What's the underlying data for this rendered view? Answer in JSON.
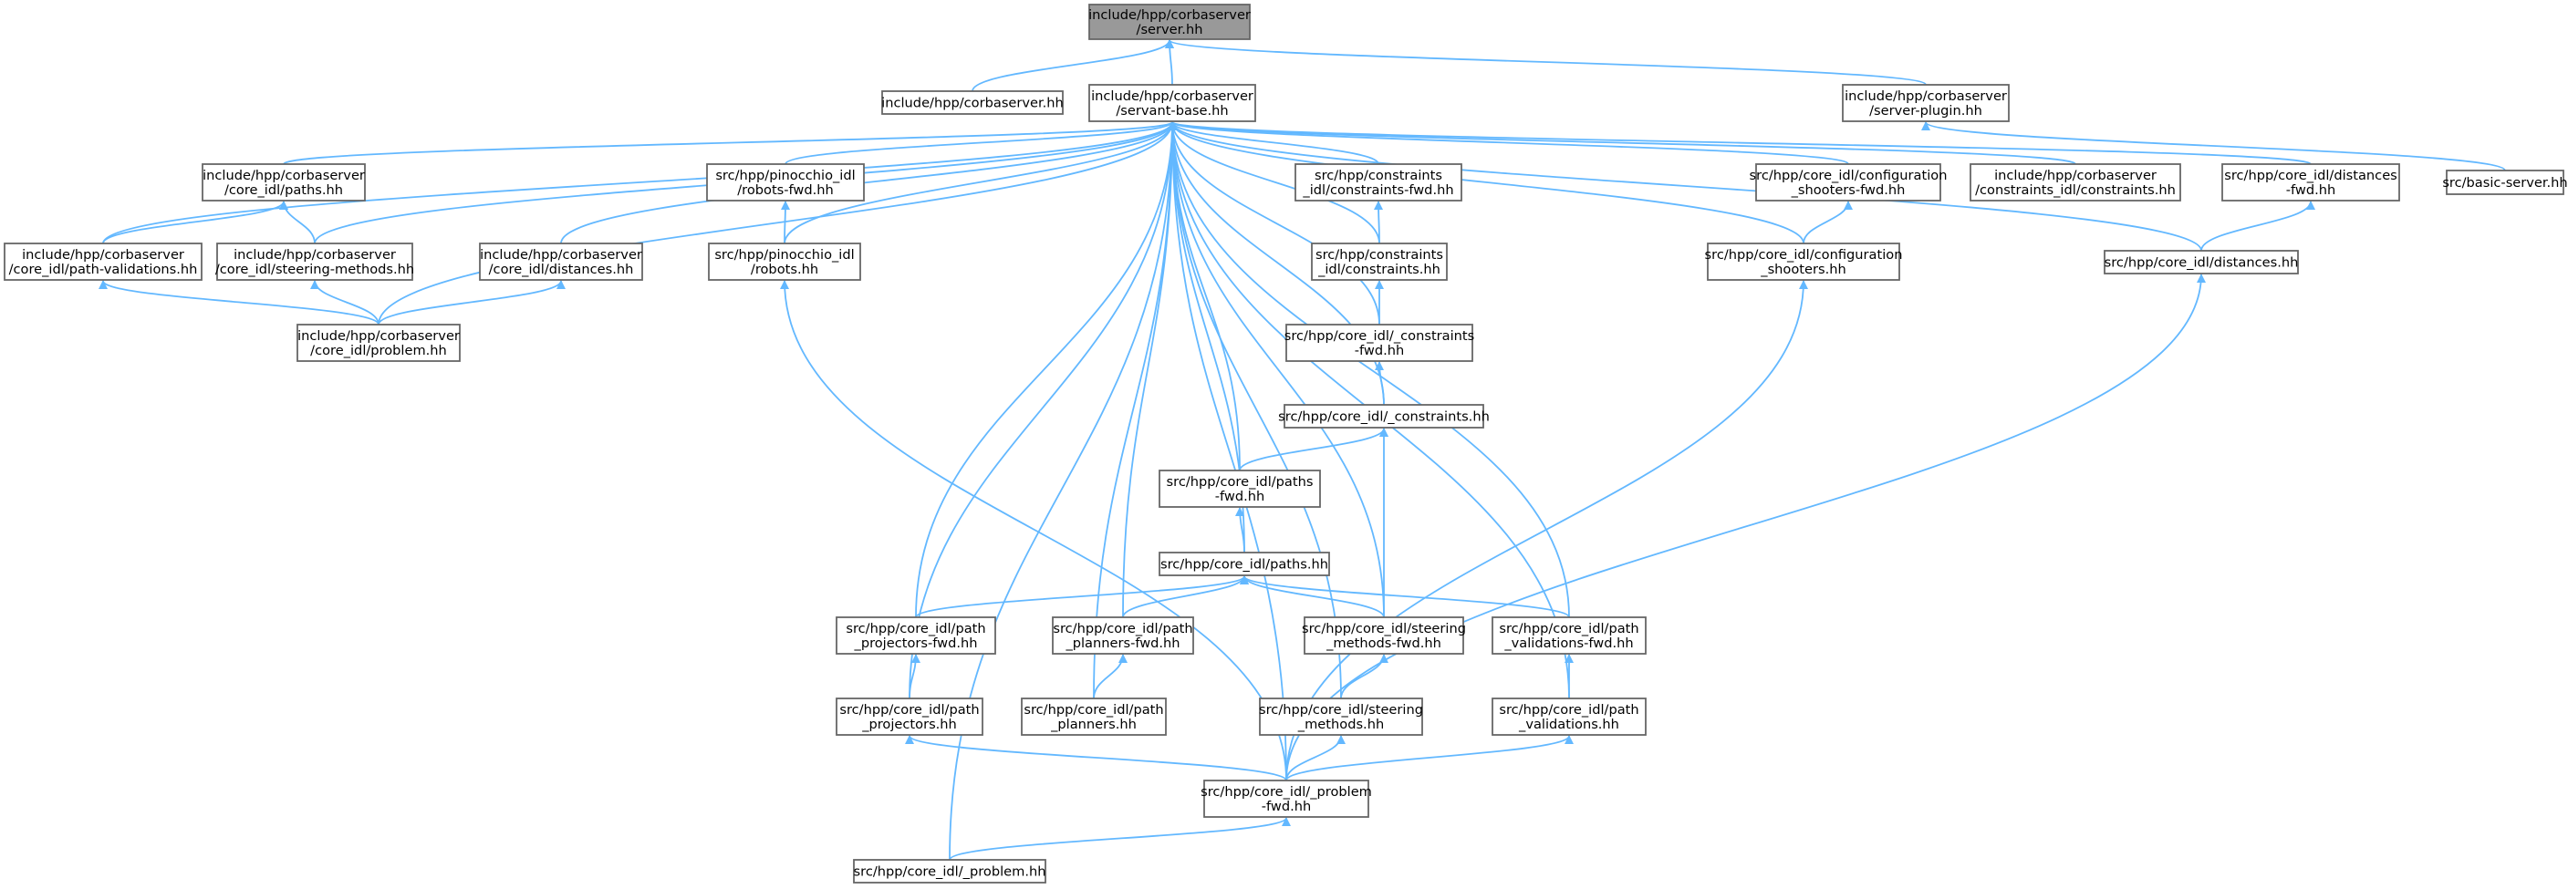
{
  "graph": {
    "edge_color": "#63b8ff",
    "root_fill": "#999999",
    "node_border": "#666666",
    "nodes": [
      {
        "id": "server",
        "lines": [
          "include/hpp/corbaserver",
          "/server.hh"
        ],
        "root": true
      },
      {
        "id": "corbaserver",
        "lines": [
          "include/hpp/corbaserver.hh"
        ]
      },
      {
        "id": "servant_base",
        "lines": [
          "include/hpp/corbaserver",
          "/servant-base.hh"
        ]
      },
      {
        "id": "server_plugin",
        "lines": [
          "include/hpp/corbaserver",
          "/server-plugin.hh"
        ]
      },
      {
        "id": "basic_server",
        "lines": [
          "src/basic-server.hh"
        ]
      },
      {
        "id": "paths_inc",
        "lines": [
          "include/hpp/corbaserver",
          "/core_idl/paths.hh"
        ]
      },
      {
        "id": "pinocchio_robots_fwd",
        "lines": [
          "src/hpp/pinocchio_idl",
          "/robots-fwd.hh"
        ]
      },
      {
        "id": "constraints_constraints_fwd",
        "lines": [
          "src/hpp/constraints",
          "_idl/constraints-fwd.hh"
        ]
      },
      {
        "id": "configuration_shooters_fwd",
        "lines": [
          "src/hpp/core_idl/configuration",
          "_shooters-fwd.hh"
        ]
      },
      {
        "id": "constraints_idl_constraints_inc",
        "lines": [
          "include/hpp/corbaserver",
          "/constraints_idl/constraints.hh"
        ]
      },
      {
        "id": "distances_fwd",
        "lines": [
          "src/hpp/core_idl/distances",
          "-fwd.hh"
        ]
      },
      {
        "id": "path_validations_inc",
        "lines": [
          "include/hpp/corbaserver",
          "/core_idl/path-validations.hh"
        ]
      },
      {
        "id": "steering_methods_inc",
        "lines": [
          "include/hpp/corbaserver",
          "/core_idl/steering-methods.hh"
        ]
      },
      {
        "id": "distances_inc",
        "lines": [
          "include/hpp/corbaserver",
          "/core_idl/distances.hh"
        ]
      },
      {
        "id": "pinocchio_robots",
        "lines": [
          "src/hpp/pinocchio_idl",
          "/robots.hh"
        ]
      },
      {
        "id": "constraints_constraints",
        "lines": [
          "src/hpp/constraints",
          "_idl/constraints.hh"
        ]
      },
      {
        "id": "configuration_shooters",
        "lines": [
          "src/hpp/core_idl/configuration",
          "_shooters.hh"
        ]
      },
      {
        "id": "distances_src",
        "lines": [
          "src/hpp/core_idl/distances.hh"
        ]
      },
      {
        "id": "problem_inc",
        "lines": [
          "include/hpp/corbaserver",
          "/core_idl/problem.hh"
        ]
      },
      {
        "id": "core_constraints_fwd",
        "lines": [
          "src/hpp/core_idl/_constraints",
          "-fwd.hh"
        ]
      },
      {
        "id": "core_constraints",
        "lines": [
          "src/hpp/core_idl/_constraints.hh"
        ]
      },
      {
        "id": "paths_fwd",
        "lines": [
          "src/hpp/core_idl/paths",
          "-fwd.hh"
        ]
      },
      {
        "id": "paths_src",
        "lines": [
          "src/hpp/core_idl/paths.hh"
        ]
      },
      {
        "id": "path_projectors_fwd",
        "lines": [
          "src/hpp/core_idl/path",
          "_projectors-fwd.hh"
        ]
      },
      {
        "id": "path_planners_fwd",
        "lines": [
          "src/hpp/core_idl/path",
          "_planners-fwd.hh"
        ]
      },
      {
        "id": "steering_methods_fwd",
        "lines": [
          "src/hpp/core_idl/steering",
          "_methods-fwd.hh"
        ]
      },
      {
        "id": "path_validations_fwd",
        "lines": [
          "src/hpp/core_idl/path",
          "_validations-fwd.hh"
        ]
      },
      {
        "id": "path_projectors",
        "lines": [
          "src/hpp/core_idl/path",
          "_projectors.hh"
        ]
      },
      {
        "id": "path_planners",
        "lines": [
          "src/hpp/core_idl/path",
          "_planners.hh"
        ]
      },
      {
        "id": "steering_methods",
        "lines": [
          "src/hpp/core_idl/steering",
          "_methods.hh"
        ]
      },
      {
        "id": "path_validations",
        "lines": [
          "src/hpp/core_idl/path",
          "_validations.hh"
        ]
      },
      {
        "id": "problem_fwd",
        "lines": [
          "src/hpp/core_idl/_problem",
          "-fwd.hh"
        ]
      },
      {
        "id": "problem_src",
        "lines": [
          "src/hpp/core_idl/_problem.hh"
        ]
      }
    ],
    "edges": [
      [
        "corbaserver",
        "server"
      ],
      [
        "servant_base",
        "server"
      ],
      [
        "server_plugin",
        "server"
      ],
      [
        "basic_server",
        "server_plugin"
      ],
      [
        "paths_inc",
        "servant_base"
      ],
      [
        "pinocchio_robots_fwd",
        "servant_base"
      ],
      [
        "constraints_constraints_fwd",
        "servant_base"
      ],
      [
        "configuration_shooters_fwd",
        "servant_base"
      ],
      [
        "constraints_idl_constraints_inc",
        "servant_base"
      ],
      [
        "distances_fwd",
        "servant_base"
      ],
      [
        "path_validations_inc",
        "servant_base"
      ],
      [
        "steering_methods_inc",
        "servant_base"
      ],
      [
        "distances_inc",
        "servant_base"
      ],
      [
        "pinocchio_robots",
        "servant_base"
      ],
      [
        "constraints_constraints",
        "servant_base"
      ],
      [
        "configuration_shooters",
        "servant_base"
      ],
      [
        "distances_src",
        "servant_base"
      ],
      [
        "problem_inc",
        "servant_base"
      ],
      [
        "core_constraints_fwd",
        "servant_base"
      ],
      [
        "core_constraints",
        "servant_base"
      ],
      [
        "paths_fwd",
        "servant_base"
      ],
      [
        "paths_src",
        "servant_base"
      ],
      [
        "path_projectors_fwd",
        "servant_base"
      ],
      [
        "path_planners_fwd",
        "servant_base"
      ],
      [
        "steering_methods_fwd",
        "servant_base"
      ],
      [
        "path_validations_fwd",
        "servant_base"
      ],
      [
        "path_projectors",
        "servant_base"
      ],
      [
        "path_planners",
        "servant_base"
      ],
      [
        "steering_methods",
        "servant_base"
      ],
      [
        "path_validations",
        "servant_base"
      ],
      [
        "problem_fwd",
        "servant_base"
      ],
      [
        "problem_src",
        "servant_base"
      ],
      [
        "path_validations_inc",
        "paths_inc"
      ],
      [
        "steering_methods_inc",
        "paths_inc"
      ],
      [
        "problem_inc",
        "path_validations_inc"
      ],
      [
        "problem_inc",
        "steering_methods_inc"
      ],
      [
        "problem_inc",
        "distances_inc"
      ],
      [
        "pinocchio_robots",
        "pinocchio_robots_fwd"
      ],
      [
        "constraints_constraints",
        "constraints_constraints_fwd"
      ],
      [
        "configuration_shooters",
        "configuration_shooters_fwd"
      ],
      [
        "distances_src",
        "distances_fwd"
      ],
      [
        "core_constraints_fwd",
        "constraints_constraints"
      ],
      [
        "core_constraints",
        "core_constraints_fwd"
      ],
      [
        "paths_fwd",
        "core_constraints"
      ],
      [
        "paths_src",
        "paths_fwd"
      ],
      [
        "path_projectors_fwd",
        "paths_src"
      ],
      [
        "path_planners_fwd",
        "paths_src"
      ],
      [
        "steering_methods_fwd",
        "paths_src"
      ],
      [
        "path_validations_fwd",
        "paths_src"
      ],
      [
        "steering_methods_fwd",
        "core_constraints"
      ],
      [
        "path_projectors",
        "path_projectors_fwd"
      ],
      [
        "path_planners",
        "path_planners_fwd"
      ],
      [
        "steering_methods",
        "steering_methods_fwd"
      ],
      [
        "path_validations",
        "path_validations_fwd"
      ],
      [
        "problem_fwd",
        "path_projectors"
      ],
      [
        "problem_fwd",
        "steering_methods"
      ],
      [
        "problem_fwd",
        "path_validations"
      ],
      [
        "problem_fwd",
        "pinocchio_robots"
      ],
      [
        "problem_fwd",
        "configuration_shooters"
      ],
      [
        "problem_fwd",
        "distances_src"
      ],
      [
        "problem_src",
        "problem_fwd"
      ]
    ]
  }
}
